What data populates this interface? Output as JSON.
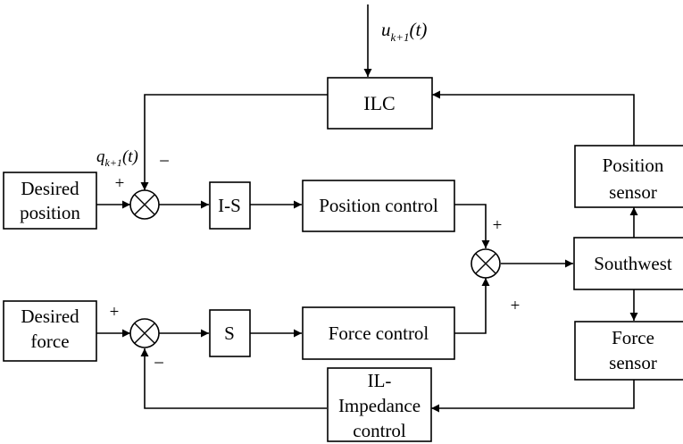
{
  "blocks": {
    "ilc": "ILC",
    "desired_position": [
      "Desired",
      "position"
    ],
    "is": "I-S",
    "position_control": "Position control",
    "position_sensor": [
      "Position",
      "sensor"
    ],
    "southwest": "Southwest",
    "force_sensor": [
      "Force",
      "sensor"
    ],
    "desired_force": [
      "Desired",
      "force"
    ],
    "s": "S",
    "force_control": "Force control",
    "il_impedance": [
      "IL-",
      "Impedance",
      "control"
    ]
  },
  "signals": {
    "u": {
      "base": "u",
      "sub": "k+1",
      "arg": "(t)"
    },
    "q": {
      "base": "q",
      "sub": "k+1",
      "arg": "(t)"
    }
  },
  "signs": {
    "top_sum_plus": "+",
    "top_sum_minus": "−",
    "mid_sum_top_plus": "+",
    "mid_sum_bottom_plus": "+",
    "bot_sum_plus": "+",
    "bot_sum_minus": "−"
  }
}
